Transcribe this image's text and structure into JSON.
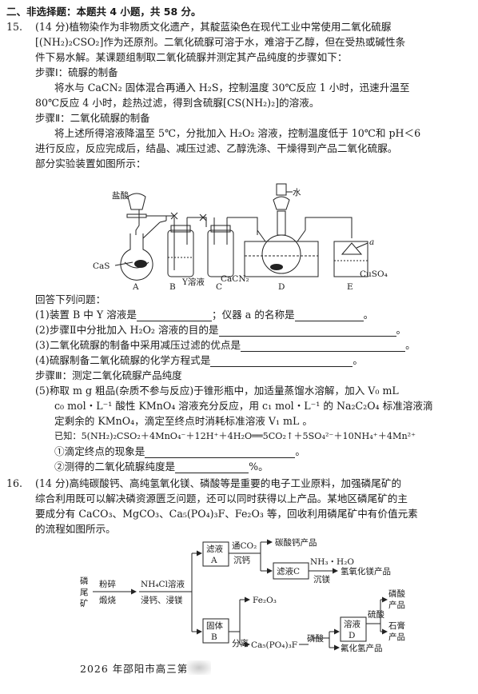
{
  "section": {
    "title": "二、非选择题：本题共 4 小题，共 58 分。"
  },
  "q15": {
    "number": "15.",
    "intro": [
      "(14 分)植物染作为非物质文化遗产，其靛蓝染色在现代工业中常使用二氧化硫脲",
      "[(NH₂)₂CSO₂]作为还原剂。二氧化硫脲可溶于水，难溶于乙醇，但在受热或碱性条",
      "件下易水解。某课题组制取二氧化硫脲并测定其产品纯度的步骤如下："
    ],
    "step1_title": "步骤Ⅰ：硫脲的制备",
    "step1_text": [
      "将水与 CaCN₂ 固体混合再通入 H₂S，控制温度 30℃反应 1 小时，迅速升温至",
      "80℃反应 4 小时，趁热过滤，得到含硫脲[CS(NH₂)₂]的溶液。"
    ],
    "step2_title": "步骤Ⅱ：二氧化硫脲的制备",
    "step2_text": [
      "将上述所得溶液降温至 5℃，分批加入 H₂O₂ 溶液，控制温度低于 10℃和 pH＜6",
      "进行反应，反应完成后，结晶、减压过滤、乙醇洗涤、干燥得到产品二氧化硫脲。",
      "部分实验装置如图所示："
    ],
    "apparatus": {
      "label_hcl": "盐酸",
      "label_water": "水",
      "label_a": "a",
      "label_cas": "CaS",
      "label_y": "Y溶液",
      "label_cacn2": "CaCN₂",
      "label_cuso4": "CuSO₄",
      "letters": [
        "A",
        "B",
        "C",
        "D",
        "E"
      ]
    },
    "answer_intro": "回答下列问题：",
    "sub1_a": "(1)装置 B 中 Y 溶液是",
    "sub1_b": "；仪器 a 的名称是",
    "sub1_end": "。",
    "sub2": "(2)步骤Ⅱ中分批加入 H₂O₂ 溶液的目的是",
    "sub3": "(3)二氧化硫脲的制备中采用减压过滤的优点是",
    "sub4": "(4)硫脲制备二氧化硫脲的化学方程式是",
    "period": "。",
    "step3_title": "步骤Ⅲ：测定二氧化硫脲产品纯度",
    "sub5": [
      "(5)称取 m g 粗品(杂质不参与反应)于锥形瓶中，加适量蒸馏水溶解，加入 V₀ mL",
      "c₀ mol・L⁻¹ 酸性 KMnO₄ 溶液充分反应，用 c₁ mol・L⁻¹ 的 Na₂C₂O₄ 标准溶液滴",
      "定剩余的 KMnO₄，滴定至终点时消耗标准溶液 V₁ mL 。"
    ],
    "known": "已知：5(NH₂)₂CSO₂＋4MnO₄⁻＋12H⁺＋4H₂O══5CO₂↑＋5SO₄²⁻＋10NH₄⁺＋4Mn²⁺",
    "sub5_1": "①滴定终点的现象是",
    "sub5_2": "②测得的二氧化硫脲纯度是",
    "percent": "%。"
  },
  "q16": {
    "number": "16.",
    "intro": [
      "(14 分)高纯碳酸钙、高纯氢氧化镁、磷酸等是重要的电子工业原料，加强磷尾矿的",
      "综合利用既可以解决磷资源匮乏问题，还可以同时获得以上产品。某地区磷尾矿的主",
      "要成分有 CaCO₃、MgCO₃、Ca₅(PO₄)₃F、Fe₂O₃ 等，回收利用磷尾矿中有价值元素",
      "的流程如图所示。"
    ],
    "flow": {
      "raw": [
        "磷",
        "尾",
        "矿"
      ],
      "step_crush_top": "粉碎",
      "step_crush_bottom": "煅烧",
      "step_nh4cl_top": "NH₄Cl溶液",
      "step_nh4cl_bottom": "浸钙、浸镁",
      "filtrate_a": [
        "滤液",
        "A"
      ],
      "co2_top": "通CO₂",
      "co2_bottom": "沉钙",
      "caco3_product": "碳酸钙产品",
      "filtrate_c": "滤液C",
      "nh3_top": "NH₃・H₂O",
      "nh3_bottom": "沉镁",
      "mgoh2_product": "氢氧化镁产品",
      "solid_b": [
        "固体",
        "B"
      ],
      "separate": "分离",
      "fe2o3": "Fe₂O₃",
      "apatite": "Ca₅(PO₄)₃F",
      "phosphoric": "磷酸",
      "solution_d": [
        "溶液",
        "D"
      ],
      "sulfuric": "硫酸",
      "product_h3po4": [
        "磷酸",
        "产品"
      ],
      "product_gypsum": [
        "石膏",
        "产品"
      ],
      "hf_product": "氟化氢产品"
    }
  },
  "footer": {
    "text": "2026 年邵阳市高三第"
  }
}
